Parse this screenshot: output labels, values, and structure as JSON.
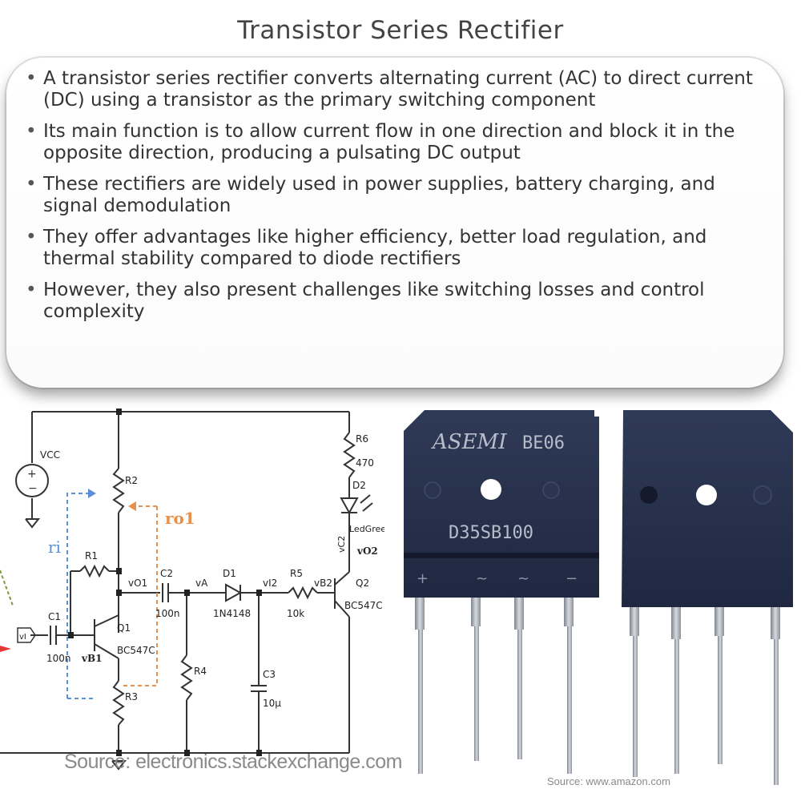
{
  "title": "Transistor Series Rectifier",
  "bullets": [
    "A transistor series rectifier converts alternating current (AC) to direct current (DC) using a transistor as the primary switching component",
    "Its main function is to allow current flow in one direction and block it in the opposite direction, producing a pulsating DC output",
    "These rectifiers are widely used in power supplies, battery charging, and signal demodulation",
    "They offer advantages like higher efficiency, better load regulation, and thermal stability compared to diode rectifiers",
    "However, they also present challenges like switching losses and control complexity"
  ],
  "circuit": {
    "labels": {
      "vcc": "VCC",
      "r2": "R2",
      "r1": "R1",
      "ri": "ri",
      "ro1": "ro1",
      "c1": "C1",
      "c1_val": "100n",
      "vi": "vI",
      "vb1": "vB1",
      "q1": "Q1",
      "q1_part": "BC547C",
      "r3": "R3",
      "vo1": "vO1",
      "c2": "C2",
      "c2_val": "100n",
      "r4": "R4",
      "va": "vA",
      "d1": "D1",
      "d1_part": "1N4148",
      "vi2": "vI2",
      "c3": "C3",
      "c3_val": "10μ",
      "r5": "R5",
      "r5_val": "10k",
      "vb2": "vB2",
      "q2": "Q2",
      "q2_part": "BC547C",
      "r6": "R6",
      "r6_val": "470",
      "d2": "D2",
      "d2_part": "LedGreen",
      "vc2": "vC2",
      "vo2": "vO2"
    },
    "source": "Source: electronics.stackexchange.com"
  },
  "photo": {
    "brand": "ASEMI",
    "code": "BE06",
    "part": "D35SB100",
    "pin_marks": [
      "+",
      "~",
      "~",
      "−"
    ],
    "source": "Source: www.amazon.com",
    "colors": {
      "body": "#2b3550",
      "body_dark": "#1c2338",
      "pins": "#a9aeb5"
    }
  }
}
